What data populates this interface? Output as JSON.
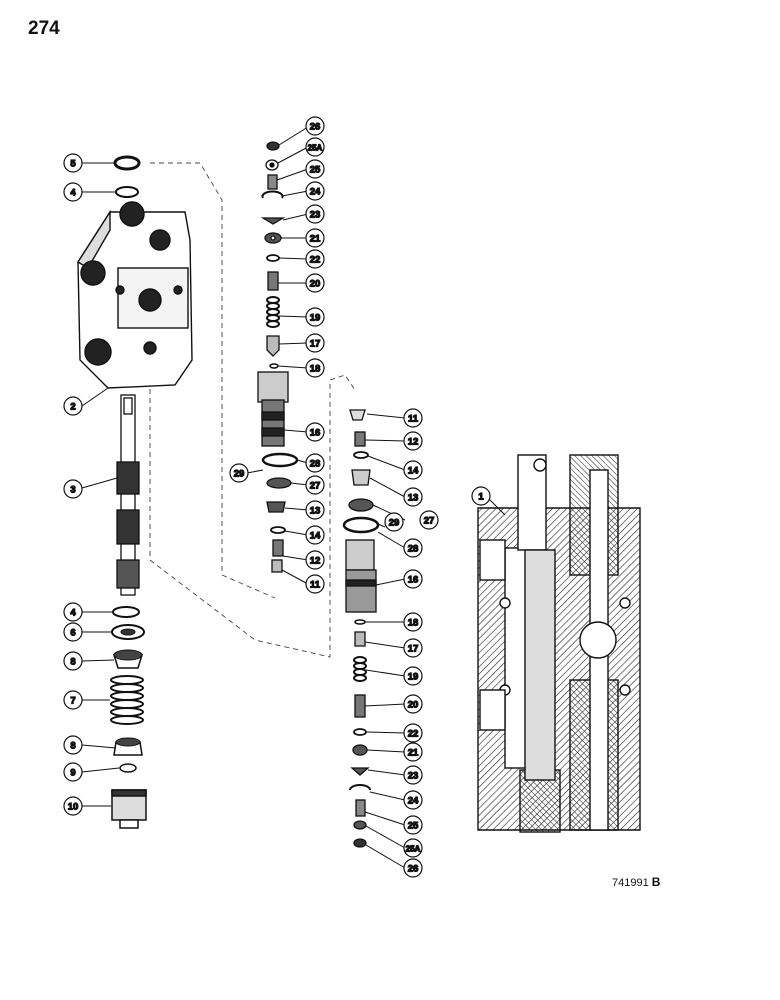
{
  "page_number": "274",
  "figure_code": "741991",
  "figure_code_suffix": "B",
  "callouts": [
    {
      "id": "c1",
      "label": "1"
    },
    {
      "id": "c2",
      "label": "2"
    },
    {
      "id": "c3",
      "label": "3"
    },
    {
      "id": "c4a",
      "label": "4"
    },
    {
      "id": "c4b",
      "label": "4"
    },
    {
      "id": "c5",
      "label": "5"
    },
    {
      "id": "c6",
      "label": "6"
    },
    {
      "id": "c7",
      "label": "7"
    },
    {
      "id": "c8a",
      "label": "8"
    },
    {
      "id": "c8b",
      "label": "8"
    },
    {
      "id": "c9",
      "label": "9"
    },
    {
      "id": "c10",
      "label": "10"
    },
    {
      "id": "c26a",
      "label": "26"
    },
    {
      "id": "c25Aa",
      "label": "25A"
    },
    {
      "id": "c25a",
      "label": "25"
    },
    {
      "id": "c24a",
      "label": "24"
    },
    {
      "id": "c23a",
      "label": "23"
    },
    {
      "id": "c21a",
      "label": "21"
    },
    {
      "id": "c22a",
      "label": "22"
    },
    {
      "id": "c20a",
      "label": "20"
    },
    {
      "id": "c19a",
      "label": "19"
    },
    {
      "id": "c17a",
      "label": "17"
    },
    {
      "id": "c18a",
      "label": "18"
    },
    {
      "id": "c16a",
      "label": "16"
    },
    {
      "id": "c28a",
      "label": "28"
    },
    {
      "id": "c29a",
      "label": "29"
    },
    {
      "id": "c27a",
      "label": "27"
    },
    {
      "id": "c13a",
      "label": "13"
    },
    {
      "id": "c14a",
      "label": "14"
    },
    {
      "id": "c12a",
      "label": "12"
    },
    {
      "id": "c11a",
      "label": "11"
    },
    {
      "id": "c11b",
      "label": "11"
    },
    {
      "id": "c12b",
      "label": "12"
    },
    {
      "id": "c14b",
      "label": "14"
    },
    {
      "id": "c13b",
      "label": "13"
    },
    {
      "id": "c29b",
      "label": "29"
    },
    {
      "id": "c27b",
      "label": "27"
    },
    {
      "id": "c28b",
      "label": "28"
    },
    {
      "id": "c16b",
      "label": "16"
    },
    {
      "id": "c18b",
      "label": "18"
    },
    {
      "id": "c17b",
      "label": "17"
    },
    {
      "id": "c19b",
      "label": "19"
    },
    {
      "id": "c20b",
      "label": "20"
    },
    {
      "id": "c22b",
      "label": "22"
    },
    {
      "id": "c21b",
      "label": "21"
    },
    {
      "id": "c23b",
      "label": "23"
    },
    {
      "id": "c24b",
      "label": "24"
    },
    {
      "id": "c25b",
      "label": "25"
    },
    {
      "id": "c25Ab",
      "label": "25A"
    },
    {
      "id": "c26b",
      "label": "26"
    }
  ]
}
